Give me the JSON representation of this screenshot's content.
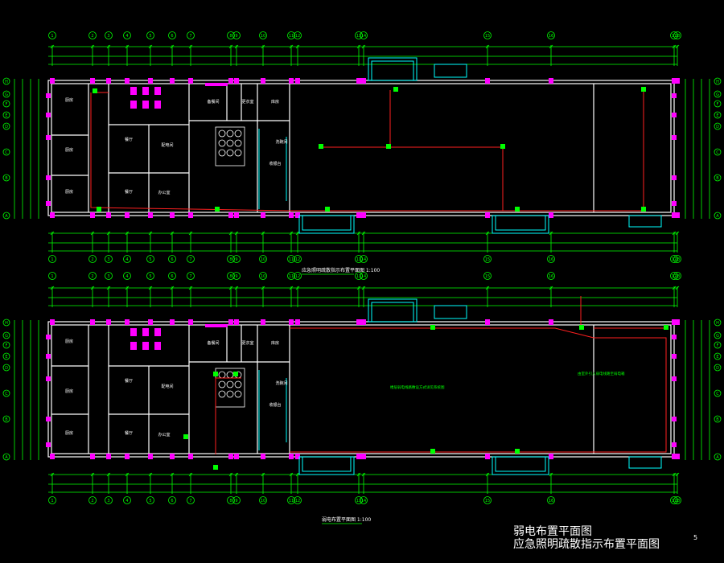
{
  "drawing": {
    "title_line1": "弱电布置平面图",
    "title_line2": "应急照明疏散指示布置平面图",
    "page_number": "5",
    "plan_top_caption": "应急照明疏散指示布置平面图  1:100",
    "plan_bottom_caption": "弱电布置平面图  1:100",
    "axis_numbers": [
      "1",
      "2",
      "3",
      "4",
      "5",
      "6",
      "7",
      "8",
      "9",
      "10",
      "11",
      "12",
      "13",
      "14",
      "15",
      "16",
      "17",
      "18"
    ],
    "axis_letters": [
      "A",
      "B",
      "C",
      "D",
      "E",
      "F",
      "G",
      "H"
    ],
    "room_labels": [
      "厨房",
      "厨房",
      "厨房",
      "餐厅",
      "餐厅",
      "办公室",
      "备餐间",
      "更衣室",
      "库房",
      "洗碗间",
      "收银台",
      "配电间"
    ],
    "bottom_plan_notes": [
      "楼层弱电线路敷设方式详见系统图",
      "由室外引入弱电线路至弱电箱"
    ]
  },
  "colors": {
    "background": "#000000",
    "dimension": "#00ff00",
    "wall": "#ffffff",
    "column": "#ff00ff",
    "circuit": "#ff2020",
    "window": "#00ffff",
    "text": "#ffffff",
    "device": "#ffff00"
  }
}
